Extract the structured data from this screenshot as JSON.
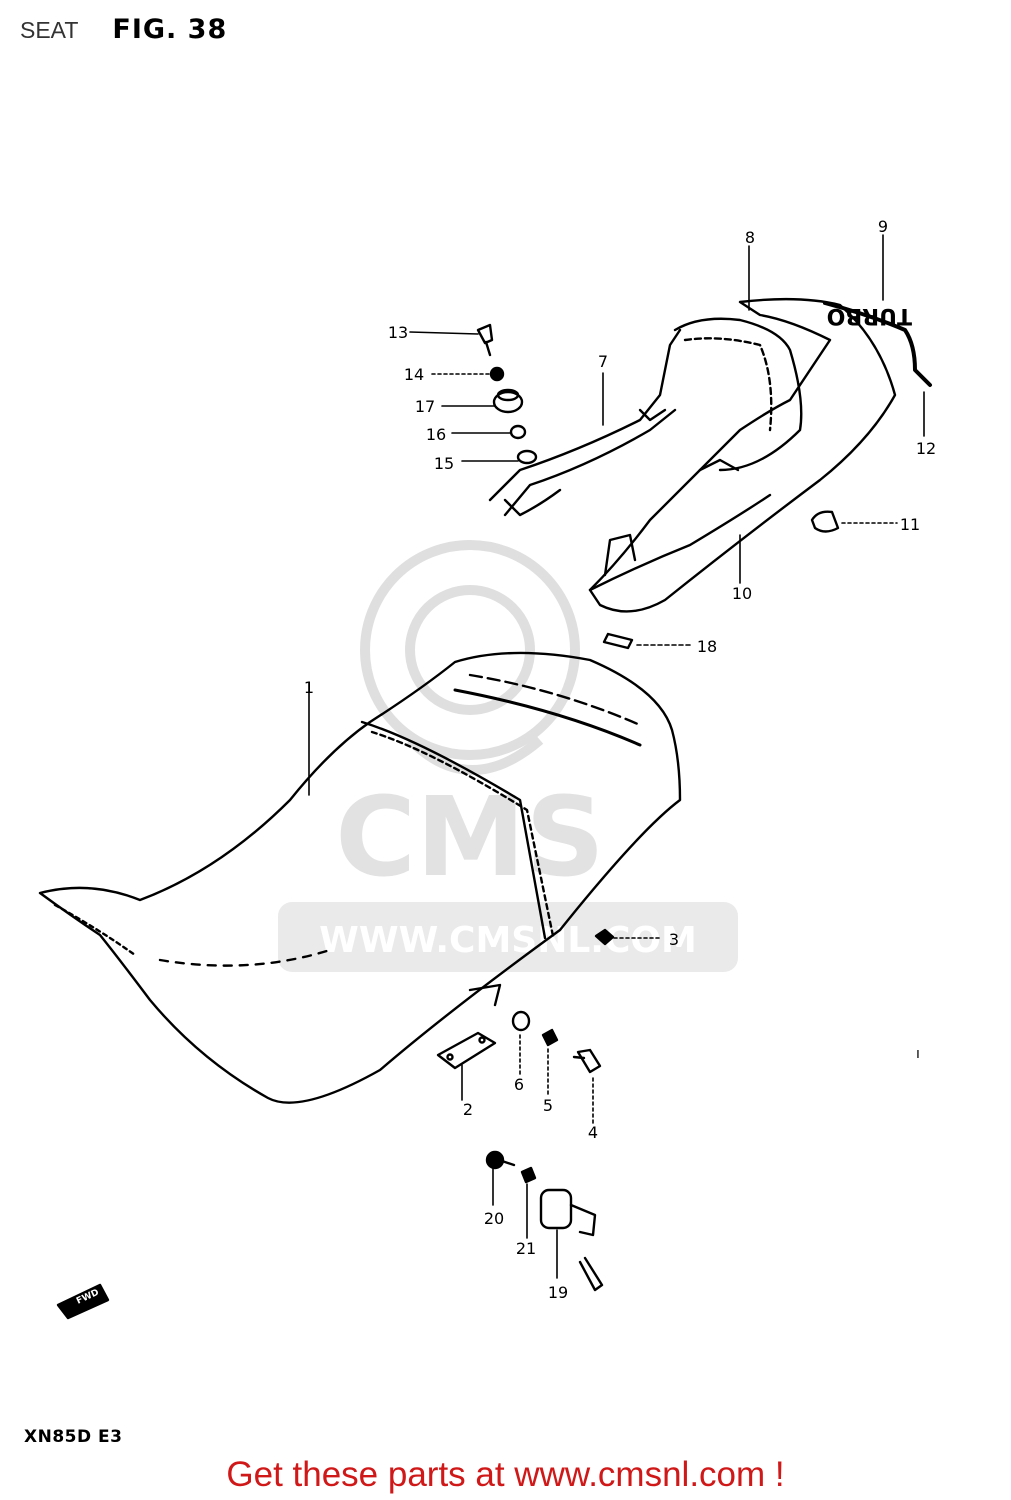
{
  "header": {
    "title": "SEAT",
    "figure": "FIG. 38"
  },
  "model_code": "XN85D  E3",
  "fwd_label": "FWD",
  "watermark": {
    "brand": "CMS",
    "url": "WWW.CMSNL.COM"
  },
  "decal_text": "TURBO",
  "callouts": [
    "1",
    "2",
    "3",
    "4",
    "5",
    "6",
    "7",
    "8",
    "9",
    "10",
    "11",
    "12",
    "13",
    "14",
    "15",
    "16",
    "17",
    "18",
    "19",
    "20",
    "21"
  ],
  "footer": {
    "text": "Get these parts at www.cmsnl.com !"
  },
  "colors": {
    "footer": "#d01818",
    "line": "#000000",
    "watermark": "#d8d8d8"
  }
}
